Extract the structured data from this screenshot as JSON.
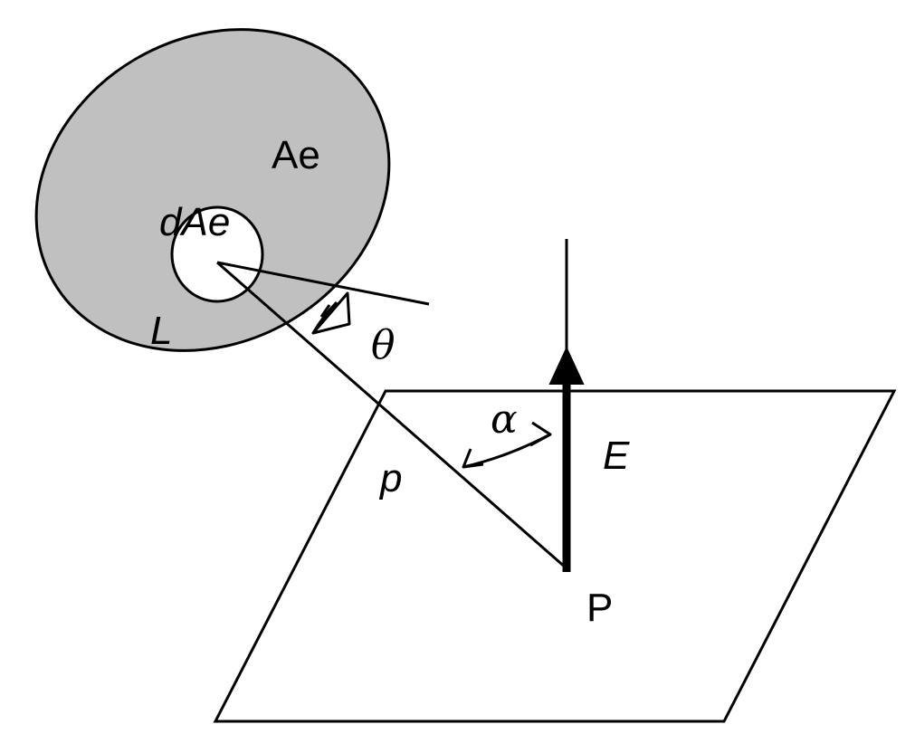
{
  "labels": {
    "emitter_area": "Ae",
    "differential_area": "dAe",
    "luminance": "L",
    "emission_angle": "θ",
    "incidence_angle": "α",
    "distance": "p",
    "illuminance": "E",
    "point": "P"
  },
  "colors": {
    "emitter_fill": "#c0c0c0",
    "stroke": "#000000",
    "background": "#ffffff"
  }
}
